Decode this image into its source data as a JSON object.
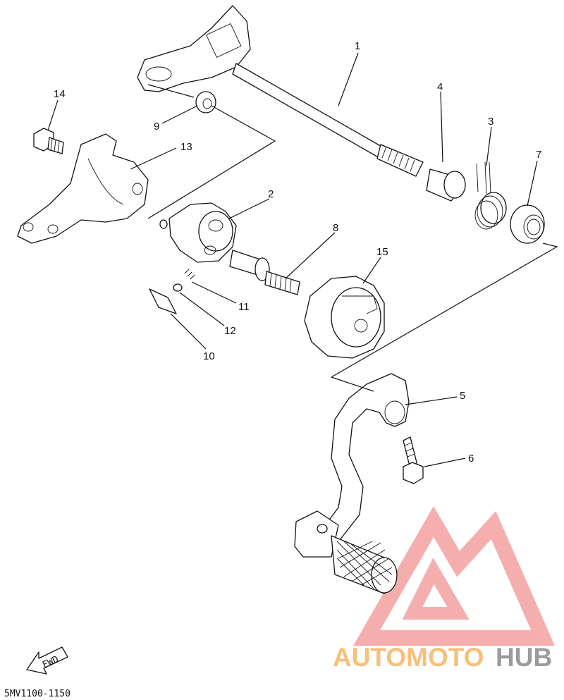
{
  "callouts": [
    {
      "id": "1",
      "text": "1"
    },
    {
      "id": "2",
      "text": "2"
    },
    {
      "id": "3",
      "text": "3"
    },
    {
      "id": "4",
      "text": "4"
    },
    {
      "id": "5",
      "text": "5"
    },
    {
      "id": "6",
      "text": "6"
    },
    {
      "id": "7",
      "text": "7"
    },
    {
      "id": "8",
      "text": "8"
    },
    {
      "id": "9",
      "text": "9"
    },
    {
      "id": "10",
      "text": "10"
    },
    {
      "id": "11",
      "text": "11"
    },
    {
      "id": "12",
      "text": "12"
    },
    {
      "id": "13",
      "text": "13"
    },
    {
      "id": "14",
      "text": "14"
    },
    {
      "id": "15",
      "text": "15"
    }
  ],
  "fwd_label": "FWD",
  "diagram_code": "5MV1100-1150",
  "watermark": {
    "part1": "AUTOMOTO",
    "part2": "HUB",
    "logo_color": "#f4a0a0",
    "text_color_1": "#f5c07a",
    "text_color_2": "#9b9b9b"
  }
}
